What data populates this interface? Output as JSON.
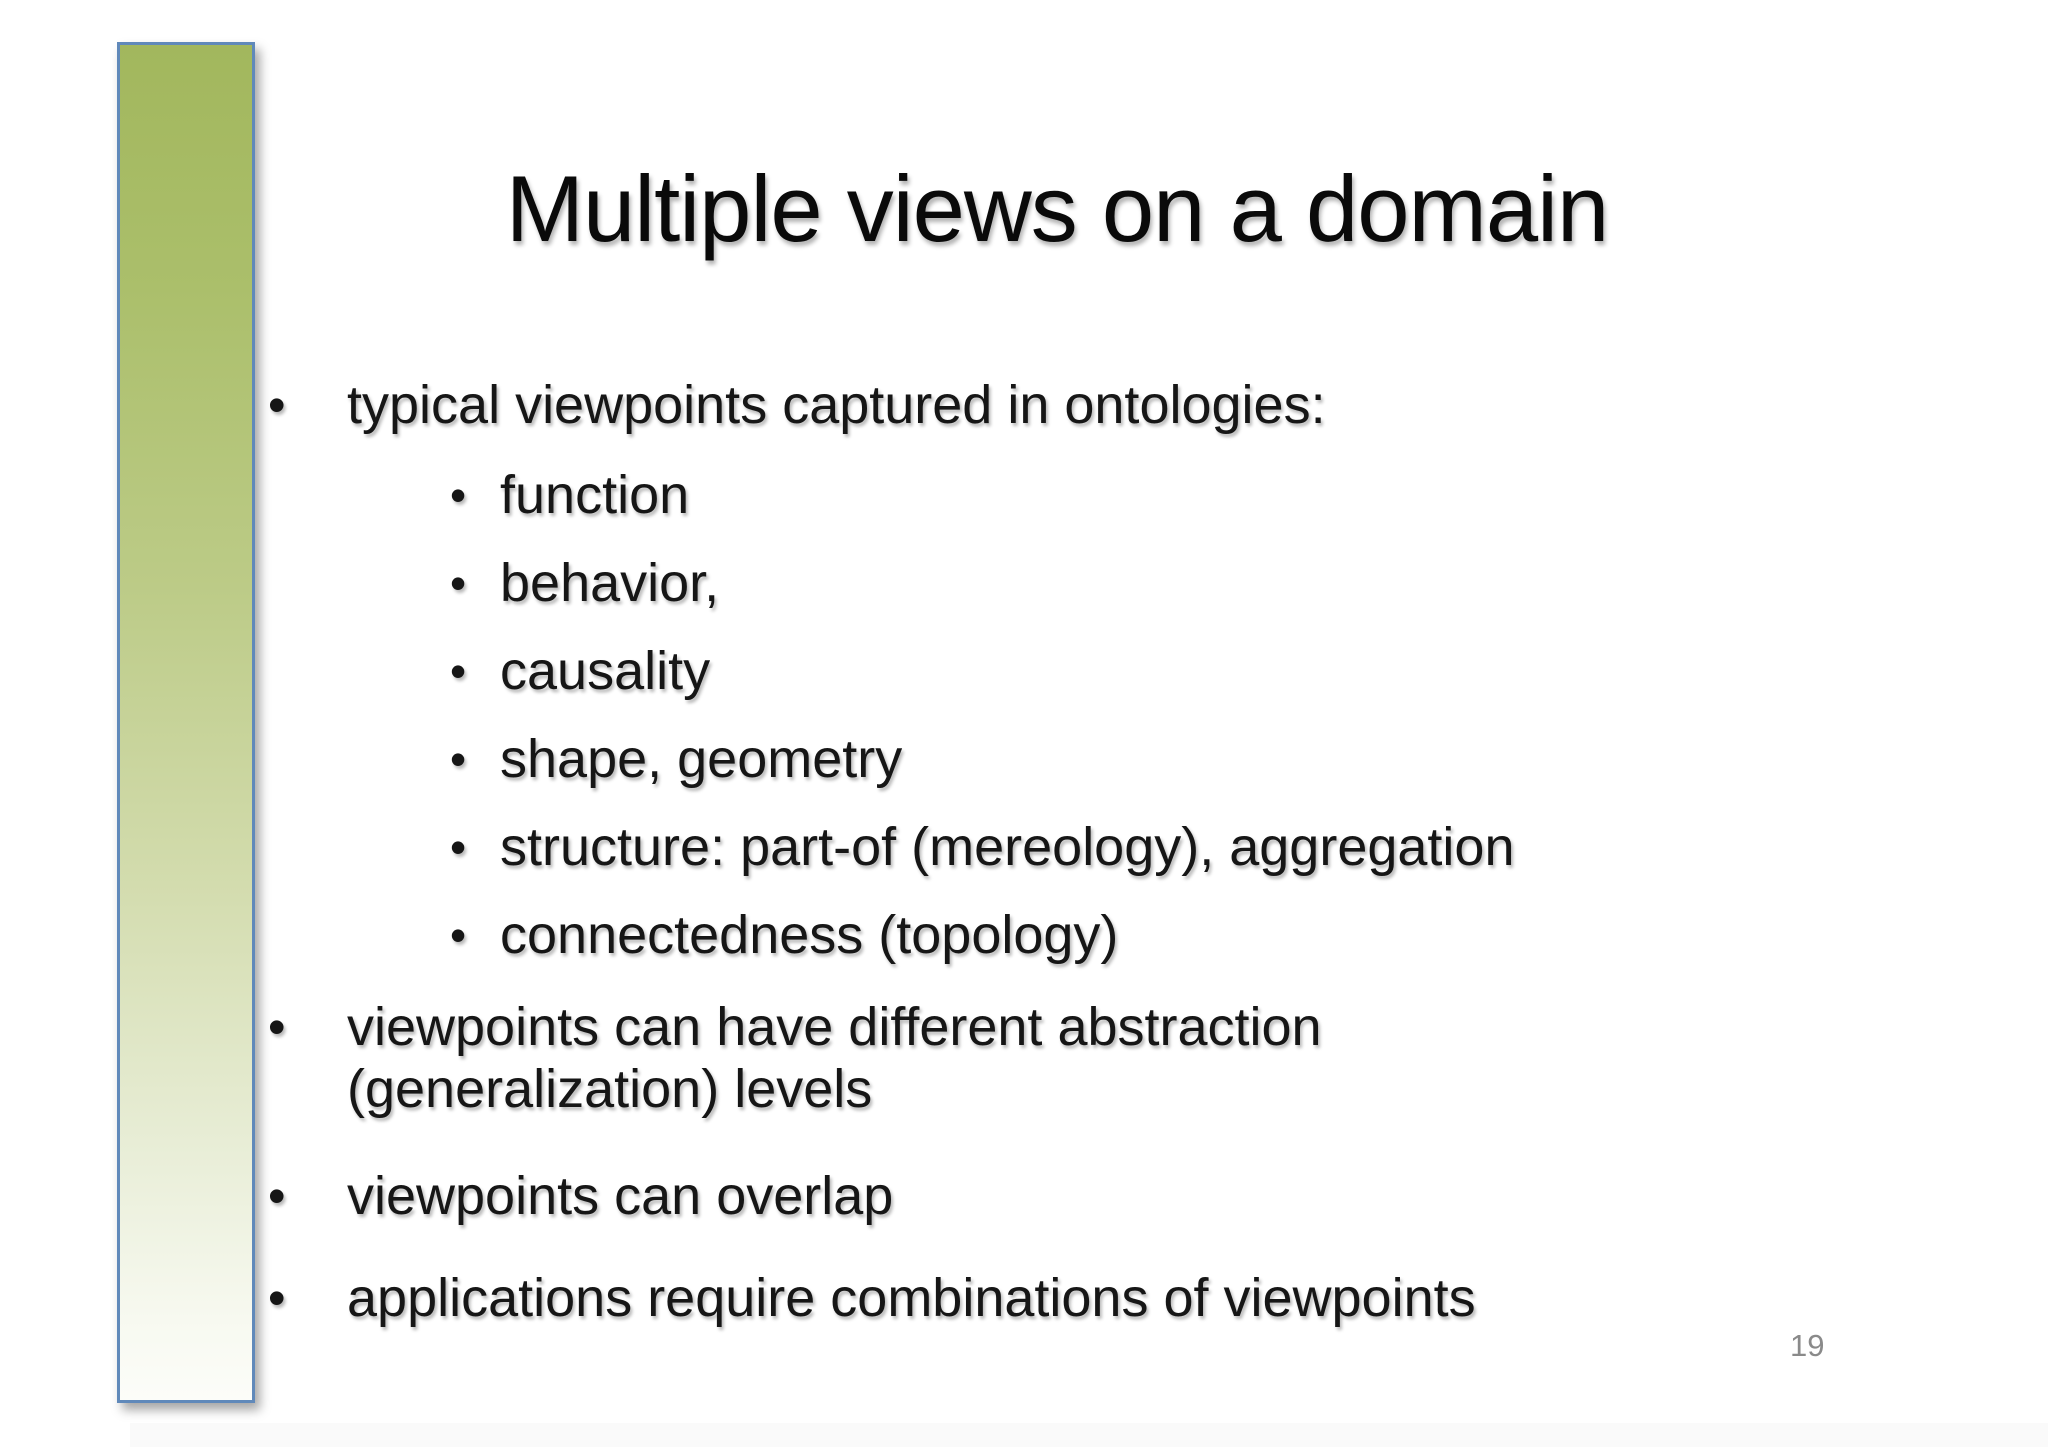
{
  "slide": {
    "title": "Multiple views on a domain",
    "page_number": "19",
    "bullet_glyph": "•",
    "bullets": [
      {
        "level": 1,
        "lines": [
          "typical viewpoints captured in ontologies:"
        ]
      },
      {
        "level": 2,
        "lines": [
          "function"
        ]
      },
      {
        "level": 2,
        "lines": [
          "behavior,"
        ]
      },
      {
        "level": 2,
        "lines": [
          "causality"
        ]
      },
      {
        "level": 2,
        "lines": [
          "shape, geometry"
        ]
      },
      {
        "level": 2,
        "lines": [
          "structure: part-of (mereology), aggregation"
        ]
      },
      {
        "level": 2,
        "lines": [
          "connectedness (topology)"
        ]
      },
      {
        "level": 1,
        "lines": [
          "viewpoints can have different abstraction",
          "(generalization) levels"
        ]
      },
      {
        "level": 1,
        "lines": [
          "viewpoints can overlap"
        ]
      },
      {
        "level": 1,
        "lines": [
          "applications require combinations of viewpoints"
        ]
      }
    ],
    "colors": {
      "bar_gradient_top": "#a2b75d",
      "bar_gradient_bottom": "#fcfdf9",
      "bar_border": "#6089ba",
      "text": "#161616",
      "page_number": "#8a8a8a",
      "background": "#ffffff",
      "bottom_strip": "#fafafa"
    }
  }
}
